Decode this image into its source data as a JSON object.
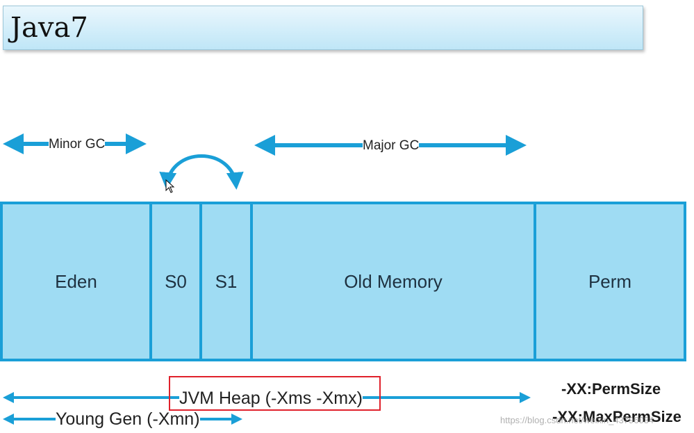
{
  "title": "Java7",
  "gc_labels": {
    "minor": "Minor GC",
    "major": "Major GC"
  },
  "regions": [
    {
      "name": "Eden"
    },
    {
      "name": "S0"
    },
    {
      "name": "S1"
    },
    {
      "name": "Old Memory"
    },
    {
      "name": "Perm"
    }
  ],
  "heap_label": "JVM Heap (-Xms -Xmx)",
  "young_label": "Young Gen (-Xmn)",
  "perm_options": [
    "-XX:PermSize",
    "-XX:MaxPermSize"
  ],
  "watermark": "https://blog.csdn.net/weixin_43796034",
  "colors": {
    "accent": "#1a9fd7",
    "fill": "#9fdcf3",
    "highlight": "#e0212b"
  }
}
